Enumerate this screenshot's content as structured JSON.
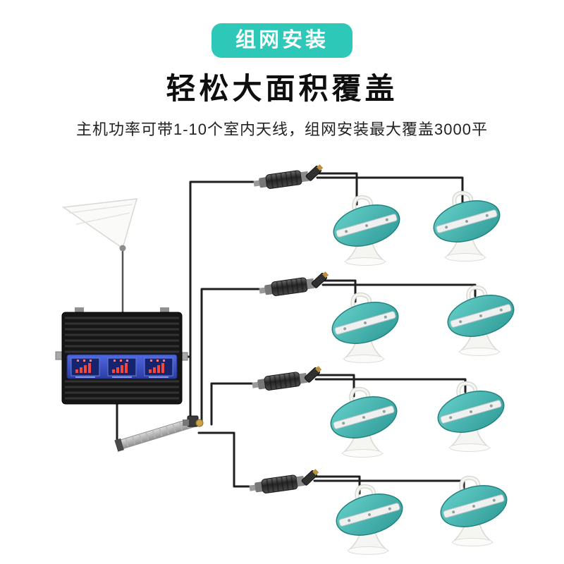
{
  "colors": {
    "badge-bg": "#2ec8b9",
    "title": "#0e0e0e",
    "cable": "#1f1f1f",
    "antenna-disc": "#3fb3ae"
  },
  "header": {
    "badge": "组网安装",
    "title": "轻松大面积覆盖",
    "subtitle": "主机功率可带1-10个室内天线，组网安装最大覆盖3000平"
  },
  "diagram": {
    "outdoor_antenna": "outdoor-directional-antenna",
    "repeater": "signal-repeater-host",
    "splitter": "power-splitter",
    "splitter_count": 4,
    "ceiling_antenna": "indoor-ceiling-antenna",
    "ceiling_antenna_count": 8
  }
}
